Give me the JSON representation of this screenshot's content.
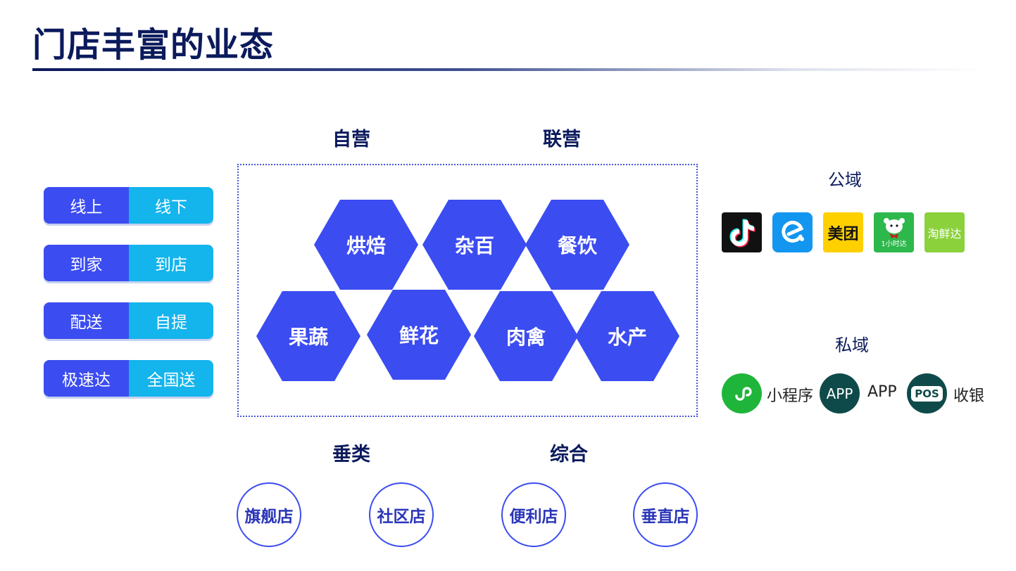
{
  "title": "门店丰富的业态",
  "channels": [
    {
      "left": "线上",
      "right": "线下"
    },
    {
      "left": "到家",
      "right": "到店"
    },
    {
      "left": "配送",
      "right": "自提"
    },
    {
      "left": "极速达",
      "right": "全国送"
    }
  ],
  "operation": {
    "self": "自营",
    "joint": "联营"
  },
  "hexagons": [
    "烘焙",
    "杂百",
    "餐饮",
    "果蔬",
    "鲜花",
    "肉禽",
    "水产"
  ],
  "category": {
    "vertical": "垂类",
    "general": "综合"
  },
  "store_types": [
    "旗舰店",
    "社区店",
    "便利店",
    "垂直店"
  ],
  "public_domain": {
    "label": "公域",
    "apps": {
      "douyin": "tiktok-icon",
      "eleme": "eleme-icon",
      "meituan": "美团",
      "jd_daojia": "1小时达",
      "taoxianda": "淘鲜达"
    }
  },
  "private_domain": {
    "label": "私域",
    "mini_program_label": "小程序",
    "app_icon_text": "APP",
    "app_label": "APP",
    "pos_icon_text": "POS",
    "pos_label": "收银"
  },
  "colors": {
    "primary": "#3b4cf0",
    "secondary": "#14b4ec",
    "heading": "#0b1a5c"
  }
}
